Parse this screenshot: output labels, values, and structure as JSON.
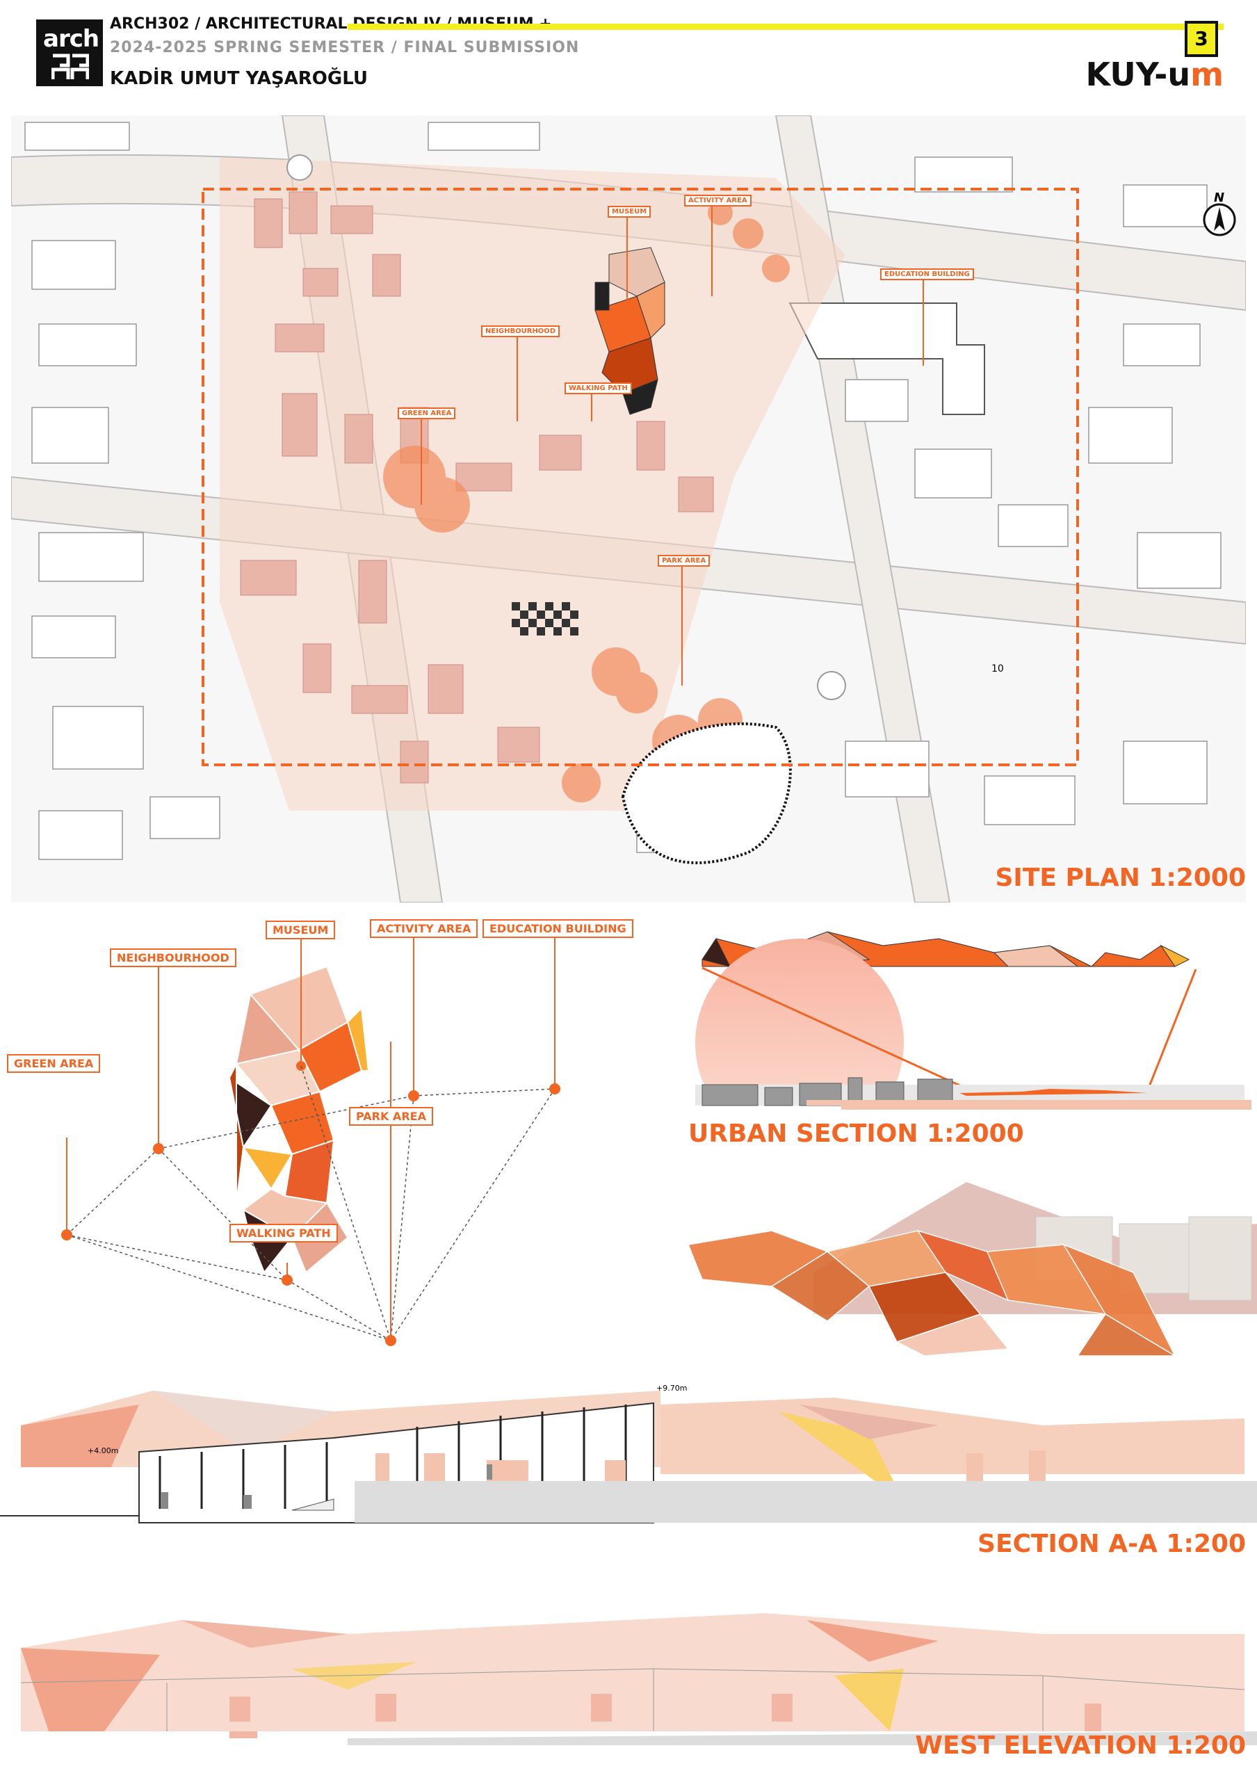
{
  "header": {
    "logo_text": "arch",
    "course_line": "ARCH302 / ARCHITECTURAL DESIGN IV / MUSEUM +",
    "semester_line": "2024-2025 SPRING SEMESTER / FINAL SUBMISSION",
    "student_name": "KADİR UMUT YAŞAROĞLU",
    "page_number": "3",
    "project_title_main": "KUY-u",
    "project_title_accent": "m"
  },
  "site_plan": {
    "caption": "SITE PLAN 1:2000",
    "north_label": "N",
    "plot_number": "10",
    "labels": {
      "museum": "MUSEUM",
      "activity_area": "ACTIVITY AREA",
      "education_building": "EDUCATION BUILDING",
      "neighbourhood": "NEIGHBOURHOOD",
      "walking_path": "WALKING PATH",
      "green_area": "GREEN AREA",
      "park_area": "PARK AREA"
    }
  },
  "diagram": {
    "labels": {
      "museum": "MUSEUM",
      "activity_area": "ACTIVITY AREA",
      "education_building": "EDUCATION BUILDING",
      "neighbourhood": "NEIGHBOURHOOD",
      "green_area": "GREEN AREA",
      "park_area": "PARK AREA",
      "walking_path": "WALKING PATH"
    }
  },
  "urban_section": {
    "caption": "URBAN SECTION 1:2000"
  },
  "section_aa": {
    "caption": "SECTION A-A 1:200",
    "level_top": "+9.70m",
    "level_left": "+4.00m"
  },
  "west_elevation": {
    "caption": "WEST ELEVATION 1:200"
  },
  "colors": {
    "accent": "#f26522",
    "yellow": "#f3ef1e",
    "dark": "#111111",
    "peach": "#f4c3ad"
  }
}
